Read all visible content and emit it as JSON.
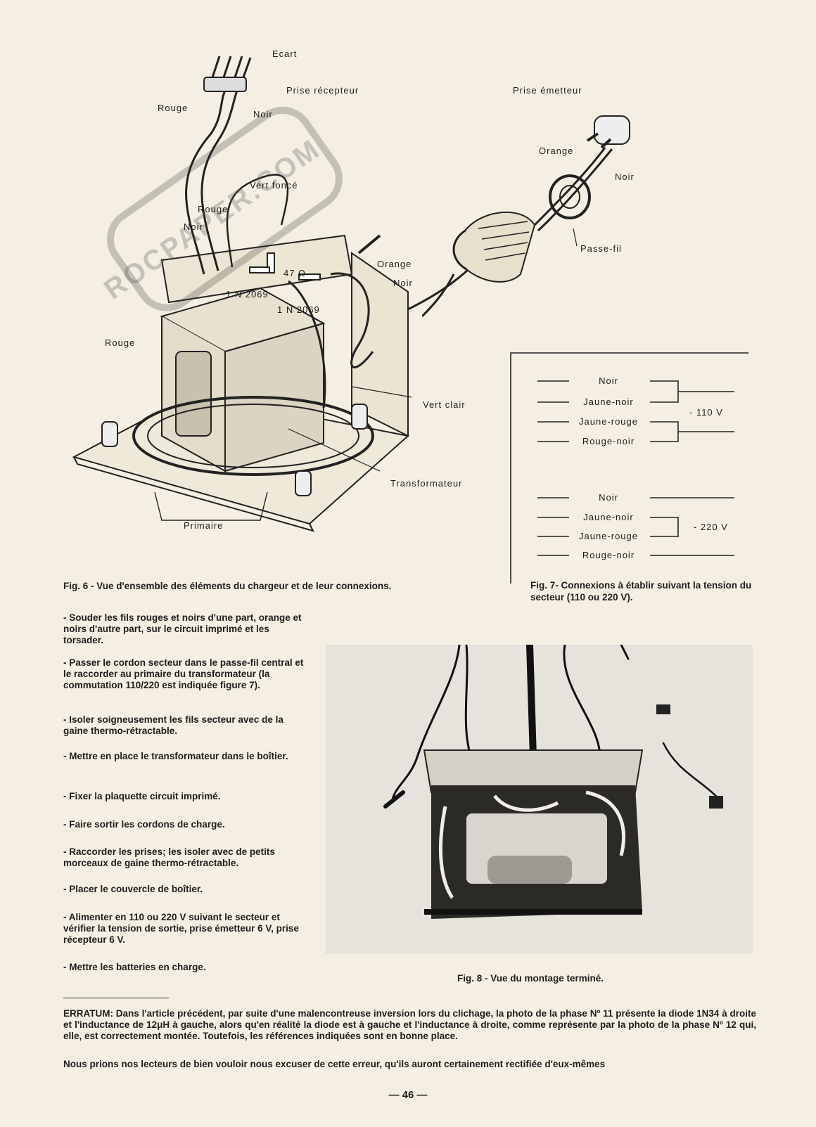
{
  "fig6": {
    "labels": {
      "ecart": "Ecart",
      "prise_recepteur": "Prise récepteur",
      "prise_emetteur": "Prise émetteur",
      "rouge_top": "Rouge",
      "noir_top": "Noir",
      "vert_fonce": "Vert foncé",
      "rouge_mid": "Rouge",
      "noir_mid": "Noir",
      "orange_right": "Orange",
      "noir_right": "Noir",
      "passe_fil": "Passe-fil",
      "orange_board": "Orange",
      "noir_board": "Noir",
      "resistor": "47 Ω",
      "diode1": "1 N 2069",
      "diode2": "1 N 2069",
      "rouge_left": "Rouge",
      "vert_clair": "Vert clair",
      "transformateur": "Transformateur",
      "primaire": "Primaire"
    },
    "watermark": "ROCPAPER.COM",
    "caption": "Fig. 6 - Vue d'ensemble des éléments du chargeur et de leur connexions."
  },
  "fig7": {
    "group110": {
      "wires": [
        "Noir",
        "Jaune-noir",
        "Jaune-rouge",
        "Rouge-noir"
      ],
      "voltage": "- 110 V"
    },
    "group220": {
      "wires": [
        "Noir",
        "Jaune-noir",
        "Jaune-rouge",
        "Rouge-noir"
      ],
      "voltage": "- 220 V"
    },
    "caption": "Fig. 7- Connexions à établir suivant la tension du secteur (110 ou 220 V)."
  },
  "steps": [
    "- Souder les fils rouges et noirs d'une part, orange et noirs d'autre part, sur le circuit imprimé et les torsader.",
    "- Passer le cordon secteur dans le passe-fil central et le raccorder au primaire du transformateur (la commutation 110/220 est indiquée figure 7).",
    "- Isoler soigneusement les fils secteur avec de la gaine thermo-rétractable.",
    "- Mettre en place le transformateur dans le boîtier.",
    "- Fixer la plaquette circuit imprimé.",
    "- Faire sortir les cordons de charge.",
    "- Raccorder les prises; les isoler avec de petits morceaux de gaine thermo-rétractable.",
    "- Placer le couvercle de boîtier.",
    "- Alimenter en 110 ou 220 V suivant le secteur et vérifier la tension de sortie, prise émetteur 6 V, prise récepteur 6 V.",
    "- Mettre les batteries en charge."
  ],
  "fig8": {
    "caption": "Fig. 8 - Vue du montage terminé."
  },
  "erratum": {
    "paragraph1": "ERRATUM: Dans l'article précédent, par suite d'une malencontreuse inversion lors du clichage, la photo de la phase Nº 11 présente la diode 1N34 à droite et l'inductance de 12μH à gauche, alors qu'en réalité la diode est à gauche et l'inductance à droite, comme représente par la photo de la phase Nº 12 qui, elle, est correctement montée. Toutefois, les références indiquées sont en bonne place.",
    "paragraph2": "Nous prions nos lecteurs de bien vouloir nous excuser de cette erreur, qu'ils auront certainement rectifiée d'eux-mêmes"
  },
  "page_number": "— 46 —"
}
